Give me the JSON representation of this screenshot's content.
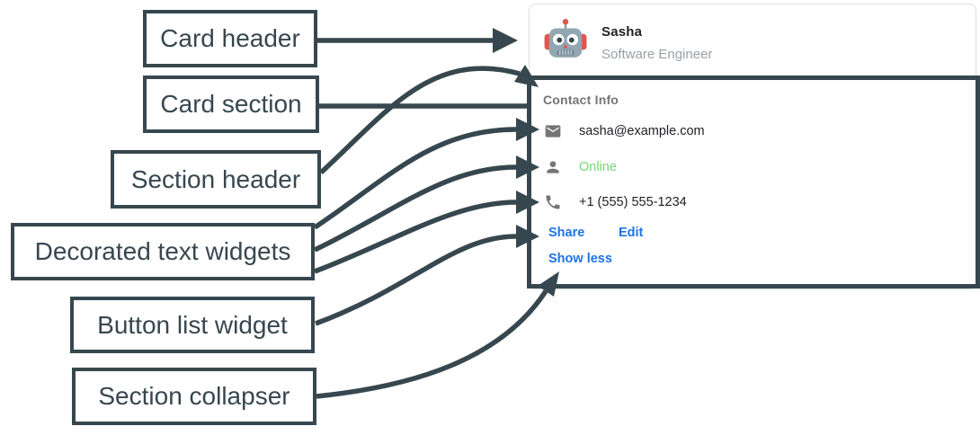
{
  "palette": {
    "annotation_slate": "#37474F",
    "link_blue": "#1B74E8",
    "online_green": "#74D674",
    "text_dark": "#202124",
    "text_muted": "#9AA0A6",
    "icon_gray": "#757575",
    "card_border": "#E0E0E0"
  },
  "card": {
    "header": {
      "avatar_icon": "robot-avatar",
      "name": "Sasha",
      "role": "Software Engineer"
    },
    "section": {
      "title": "Contact Info",
      "rows": [
        {
          "icon": "mail-icon",
          "text": "sasha@example.com",
          "status": "normal"
        },
        {
          "icon": "person-icon",
          "text": "Online",
          "status": "green"
        },
        {
          "icon": "phone-icon",
          "text": "+1 (555) 555-1234",
          "status": "normal"
        }
      ],
      "buttons": [
        {
          "label": "Share"
        },
        {
          "label": "Edit"
        }
      ],
      "collapser_label": "Show less"
    }
  },
  "labels": [
    {
      "text": "Card header"
    },
    {
      "text": "Card section"
    },
    {
      "text": "Section header"
    },
    {
      "text": "Decorated text widgets"
    },
    {
      "text": "Button list widget"
    },
    {
      "text": "Section collapser"
    }
  ]
}
